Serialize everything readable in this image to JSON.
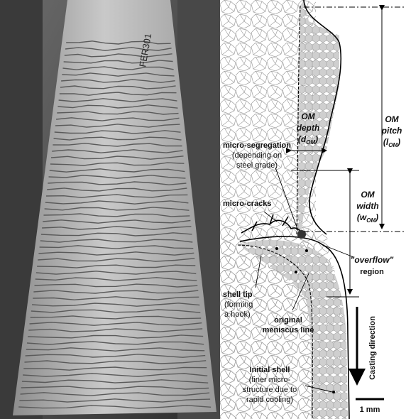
{
  "photo": {
    "stamp_text": "FER301"
  },
  "labels": {
    "om_pitch": {
      "line1": "OM",
      "line2": "pitch",
      "line3_open": "(l",
      "line3_sub": "OM",
      "line3_close": ")"
    },
    "om_depth": {
      "line1": "OM",
      "line2": "depth",
      "line3_open": "(d",
      "line3_sub": "OM",
      "line3_close": ")"
    },
    "om_width": {
      "line1": "OM",
      "line2": "width",
      "line3_open": "(w",
      "line3_sub": "OM",
      "line3_close": ")"
    },
    "micro_segregation": {
      "title": "micro-segregation",
      "line2": "(depending on",
      "line3": "steel grade)"
    },
    "micro_cracks": "micro-cracks",
    "overflow": {
      "line1": "\"overflow\"",
      "line2": "region"
    },
    "shell_tip": {
      "title": "shell tip",
      "line2": "(forming",
      "line3": "a hook)"
    },
    "meniscus": {
      "line1": "original",
      "line2": "meniscus line"
    },
    "initial_shell": {
      "title": "Initial shell",
      "line2": "(finer micro-",
      "line3": "structure due to",
      "line4": "rapid cooling)"
    },
    "casting_direction": "Casting direction",
    "scale_bar": "1 mm"
  },
  "colors": {
    "shell_fill": "#cfcfcf",
    "grain_stroke": "#9a9a9a",
    "outline": "#000000"
  }
}
